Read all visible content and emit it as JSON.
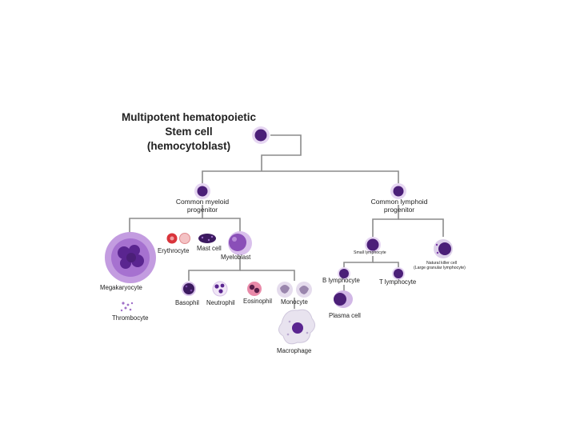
{
  "diagram": {
    "title_lines": [
      "Multipotent hematopoietic",
      "Stem cell",
      "(hemocytoblast)"
    ],
    "nodes": {
      "common_myeloid": [
        "Common myeloid",
        "progenitor"
      ],
      "common_lymphoid": [
        "Common lymphoid",
        "progenitor"
      ],
      "erythrocyte": "Erythrocyte",
      "mast_cell": "Mast cell",
      "myeloblast": "Myeloblast",
      "megakaryocyte": "Megakaryocyte",
      "thrombocyte": "Thrombocyte",
      "basophil": "Basophil",
      "neutrophil": "Neutrophil",
      "eosinophil": "Eosinophil",
      "monocyte": "Monocyte",
      "macrophage": "Macrophage",
      "small_lymphocyte": "Small lymphocyte",
      "natural_killer": [
        "Natural killer cell",
        "(Large granular lymphocyte)"
      ],
      "b_lymphocyte": "B lymphocyte",
      "t_lymphocyte": "T lymphocyte",
      "plasma_cell": "Plasma cell"
    }
  },
  "colors": {
    "lines": "#8c8c8c",
    "cell_dark": "#4b1f78",
    "cell_mid": "#7a3aa8",
    "cell_light": "#c9a8e2",
    "erythrocyte": "#d9343b",
    "eosinophil": "#c8286a"
  }
}
